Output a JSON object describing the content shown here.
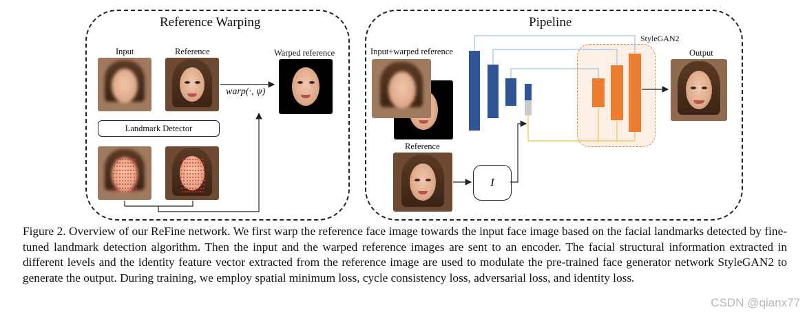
{
  "left_panel": {
    "title": "Reference Warping",
    "input_label": "Input",
    "reference_label": "Reference",
    "warp_label": "warp(·, ψ)",
    "warped_label": "Warped reference",
    "landmark_box": "Landmark Detector"
  },
  "right_panel": {
    "title": "Pipeline",
    "input_warped_label": "Input+warped reference",
    "stylegan_label": "StyleGAN2",
    "output_label": "Output",
    "reference_label": "Reference",
    "identity_label": "I"
  },
  "colors": {
    "encoder": "#2f5597",
    "decoder": "#ed7d31",
    "skip_line": "#9dc3e6",
    "id_line": "#f2c14e",
    "landmark": "#ff2a2a"
  },
  "caption": "Figure 2. Overview of our ReFine network. We first warp the reference face image towards the input face image based on the facial landmarks detected by fine-tuned landmark detection algorithm. Then the input and the warped reference images are sent to an encoder. The facial structural information extracted in different levels and the identity feature vector extracted from the reference image are used to modulate the pre-trained face generator network StyleGAN2 to generate the output. During training, we employ spatial minimum loss, cycle consistency loss, adversarial loss, and identity loss.",
  "watermark": "CSDN @qianx77"
}
